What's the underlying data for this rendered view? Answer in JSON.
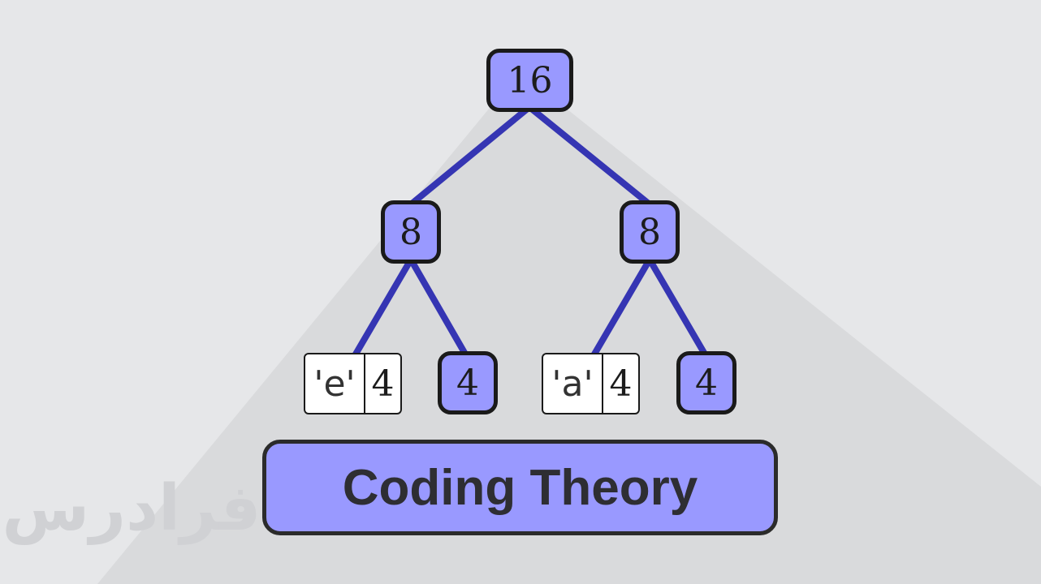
{
  "colors": {
    "background": "#e6e7e9",
    "node_fill": "#9999ff",
    "edge": "#3535b3",
    "border": "#1a1a1a"
  },
  "tree": {
    "root": {
      "value": "16"
    },
    "left": {
      "value": "8"
    },
    "right": {
      "value": "8"
    },
    "leaves": [
      {
        "symbol": "'e'",
        "count": "4"
      },
      {
        "value": "4"
      },
      {
        "symbol": "'a'",
        "count": "4"
      },
      {
        "value": "4"
      }
    ]
  },
  "banner": {
    "title": "Coding Theory"
  },
  "watermark": {
    "text": "فرادرس"
  }
}
